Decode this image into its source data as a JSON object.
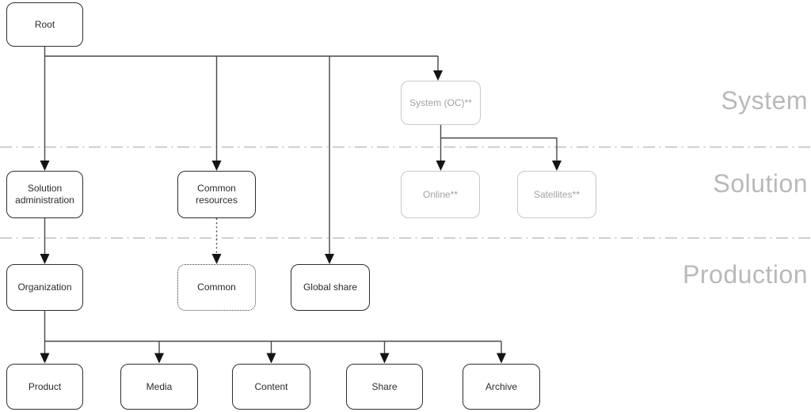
{
  "nodes": {
    "root": {
      "label": "Root"
    },
    "system_oc": {
      "label": "System (OC)**"
    },
    "solution_administration": {
      "label": "Solution administration"
    },
    "common_resources": {
      "label": "Common resources"
    },
    "online": {
      "label": "Online**"
    },
    "satellites": {
      "label": "Satellites**"
    },
    "organization": {
      "label": "Organization"
    },
    "common": {
      "label": "Common"
    },
    "global_share": {
      "label": "Global share"
    },
    "product": {
      "label": "Product"
    },
    "media": {
      "label": "Media"
    },
    "content": {
      "label": "Content"
    },
    "share": {
      "label": "Share"
    },
    "archive": {
      "label": "Archive"
    }
  },
  "zones": {
    "system": {
      "label": "System"
    },
    "solution": {
      "label": "Solution"
    },
    "production": {
      "label": "Production"
    }
  },
  "colors": {
    "background": "#ffffff",
    "node_border": "#2e2e2e",
    "node_text": "#2b2b2b",
    "muted_node_border": "#c8c8c8",
    "muted_node_text": "#a2a2a2",
    "connector": "#474747",
    "arrowhead": "#141414",
    "zone_divider": "#b4b4b4",
    "zone_label_text": "#b9b9b9"
  }
}
